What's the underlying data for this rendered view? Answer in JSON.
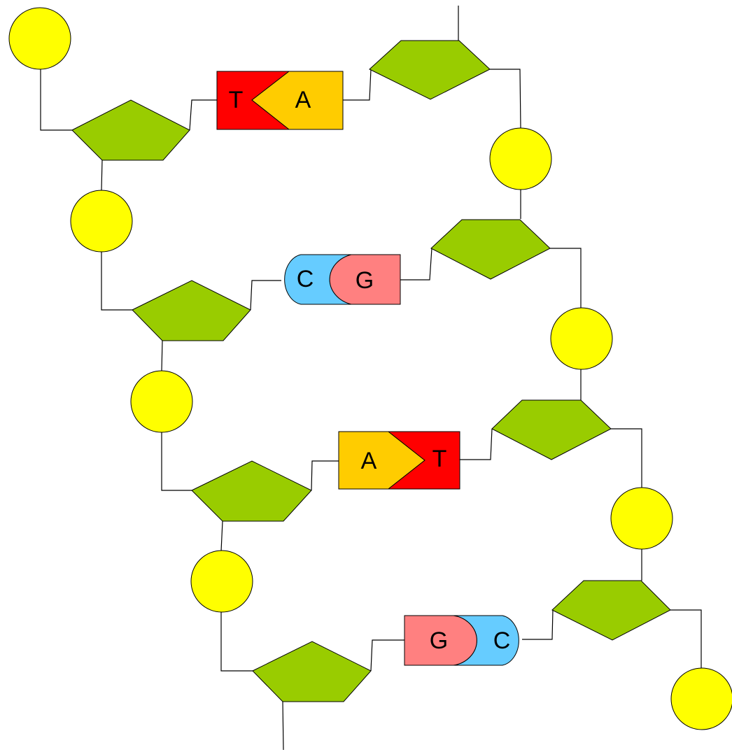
{
  "colors": {
    "phosphate": "#ffff00",
    "sugar": "#99cc00",
    "adenine": "#ffcc00",
    "thymine": "#ff0000",
    "cytosine": "#66ccff",
    "guanine": "#ff8080",
    "outline": "#000000"
  },
  "base_pairs": [
    {
      "left": "T",
      "right": "A"
    },
    {
      "left": "C",
      "right": "G"
    },
    {
      "left": "A",
      "right": "T"
    },
    {
      "left": "G",
      "right": "C"
    }
  ]
}
